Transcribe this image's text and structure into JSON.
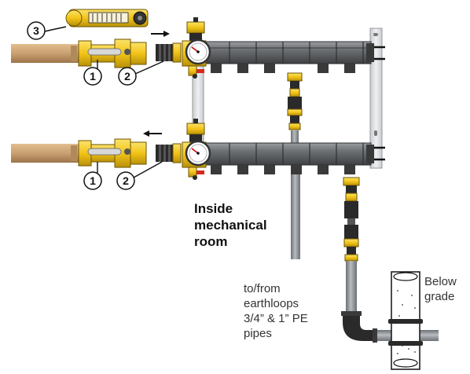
{
  "callouts": {
    "one_top": "1",
    "two_top": "2",
    "three": "3",
    "one_bottom": "1",
    "two_bottom": "2"
  },
  "labels": {
    "inside_line1": "Inside",
    "inside_line2": "mechanical",
    "inside_line3": "room",
    "earth_line1": "to/from",
    "earth_line2": "earthloops",
    "earth_line3": "3/4” & 1” PE",
    "earth_line4": "pipes",
    "below_line1": "Below",
    "below_line2": "grade"
  },
  "colors": {
    "brass": "#f2c418",
    "brass_dark": "#b8900a",
    "copper_pipe": "#c9a071",
    "manifold_gray": "#6f7275",
    "pipe_gray": "#9fa3a7",
    "bracket_silver": "#e2e4e6",
    "black_fitting": "#2a2a2a",
    "red_valve": "#d42a1e"
  },
  "icons": [
    "flow-arrow-icon",
    "pressure-gauge-icon",
    "ball-valve-icon",
    "flow-meter-icon"
  ]
}
